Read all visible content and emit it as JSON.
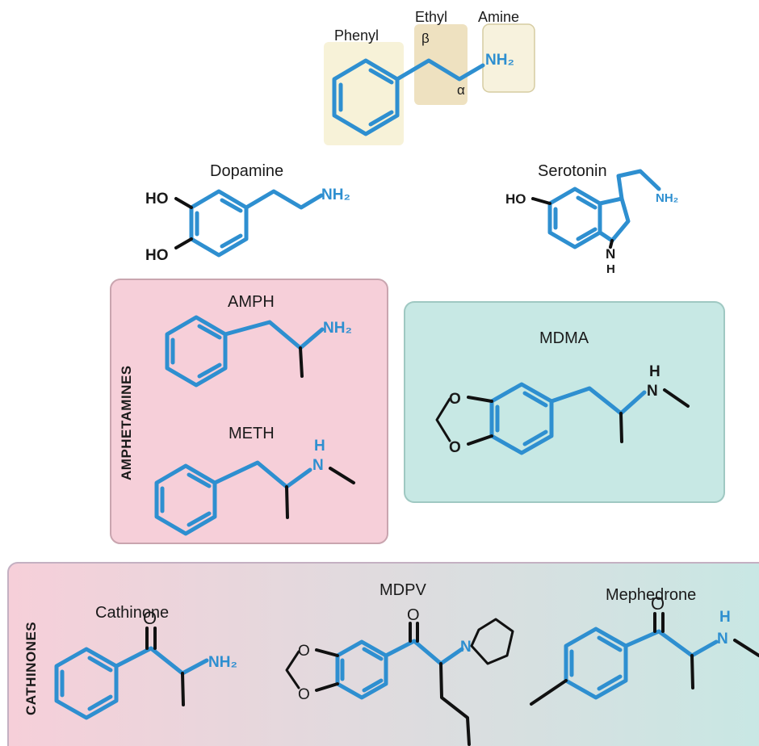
{
  "colors": {
    "blue": "#2e8fd0",
    "black": "#111111",
    "phenyl_box": "#f7f2d8",
    "ethyl_box": "#eee1c0",
    "amine_box": "#f7f2dd",
    "amph_panel": "#f6cfd9",
    "mdma_panel": "#c7e8e4",
    "cath_left": "#f6cfd9",
    "cath_right": "#c7e8e4"
  },
  "header": {
    "phenyl": "Phenyl",
    "ethyl": "Ethyl",
    "amine": "Amine",
    "beta": "β",
    "alpha": "α",
    "nh2": "NH₂"
  },
  "molecules": {
    "dopamine": {
      "name": "Dopamine",
      "ho1": "HO",
      "ho2": "HO",
      "nh2": "NH₂"
    },
    "serotonin": {
      "name": "Serotonin",
      "ho": "HO",
      "nh2": "NH₂",
      "n": "N",
      "h": "H"
    },
    "amph": {
      "name": "AMPH",
      "nh2": "NH₂"
    },
    "meth": {
      "name": "METH",
      "h": "H",
      "n": "N"
    },
    "mdma": {
      "name": "MDMA",
      "h": "H",
      "n": "N",
      "o1": "O",
      "o2": "O"
    },
    "cathinone": {
      "name": "Cathinone",
      "o": "O",
      "nh2": "NH₂"
    },
    "mdpv": {
      "name": "MDPV",
      "o": "O",
      "n": "N",
      "o1": "O",
      "o2": "O"
    },
    "mephedrone": {
      "name": "Mephedrone",
      "o": "O",
      "h": "H",
      "n": "N"
    }
  },
  "groups": {
    "amphetamines": "AMPHETAMINES",
    "cathinones": "CATHINONES"
  }
}
